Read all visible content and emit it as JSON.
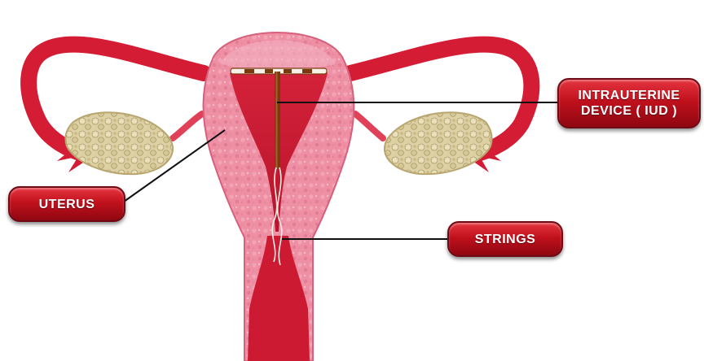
{
  "labels": {
    "iud_line1": "INTRAUTERINE",
    "iud_line2": "DEVICE ( IUD )",
    "uterus": "UTERUS",
    "strings": "STRINGS"
  },
  "colors": {
    "tissue_red": "#d41c34",
    "tissue_pink": "#ee8fa4",
    "ovary": "#ddd0a4",
    "label_red": "#c0111d",
    "iud_brown": "#7a3a10",
    "leader_line": "#111111"
  }
}
